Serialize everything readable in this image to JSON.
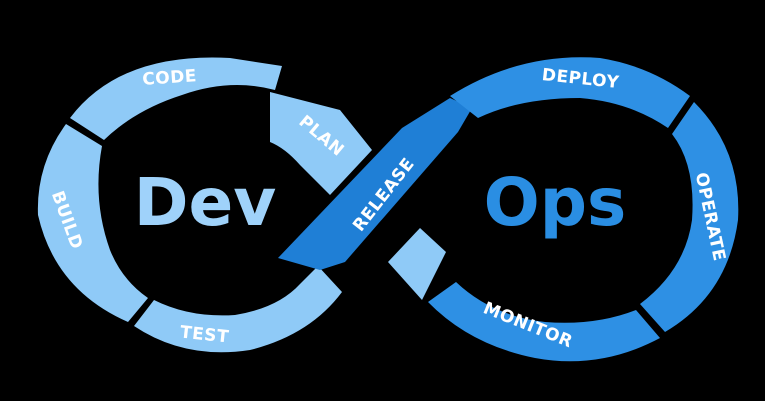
{
  "center": {
    "left_word": "Dev",
    "right_word": "Ops"
  },
  "segments": {
    "code": "CODE",
    "plan": "PLAN",
    "build": "BUILD",
    "test": "TEST",
    "release": "RELEASE",
    "deploy": "DEPLOY",
    "operate": "OPERATE",
    "monitor": "MONITOR"
  },
  "colors": {
    "background": "#000000",
    "dev_light": "#8fcaf7",
    "dev_mid": "#7dbdf0",
    "ops_blue": "#2e90e4",
    "ops_dark": "#1f7fd6",
    "dev_text": "#9fd2fa",
    "ops_text": "#2a8ee3",
    "label": "#ffffff"
  }
}
